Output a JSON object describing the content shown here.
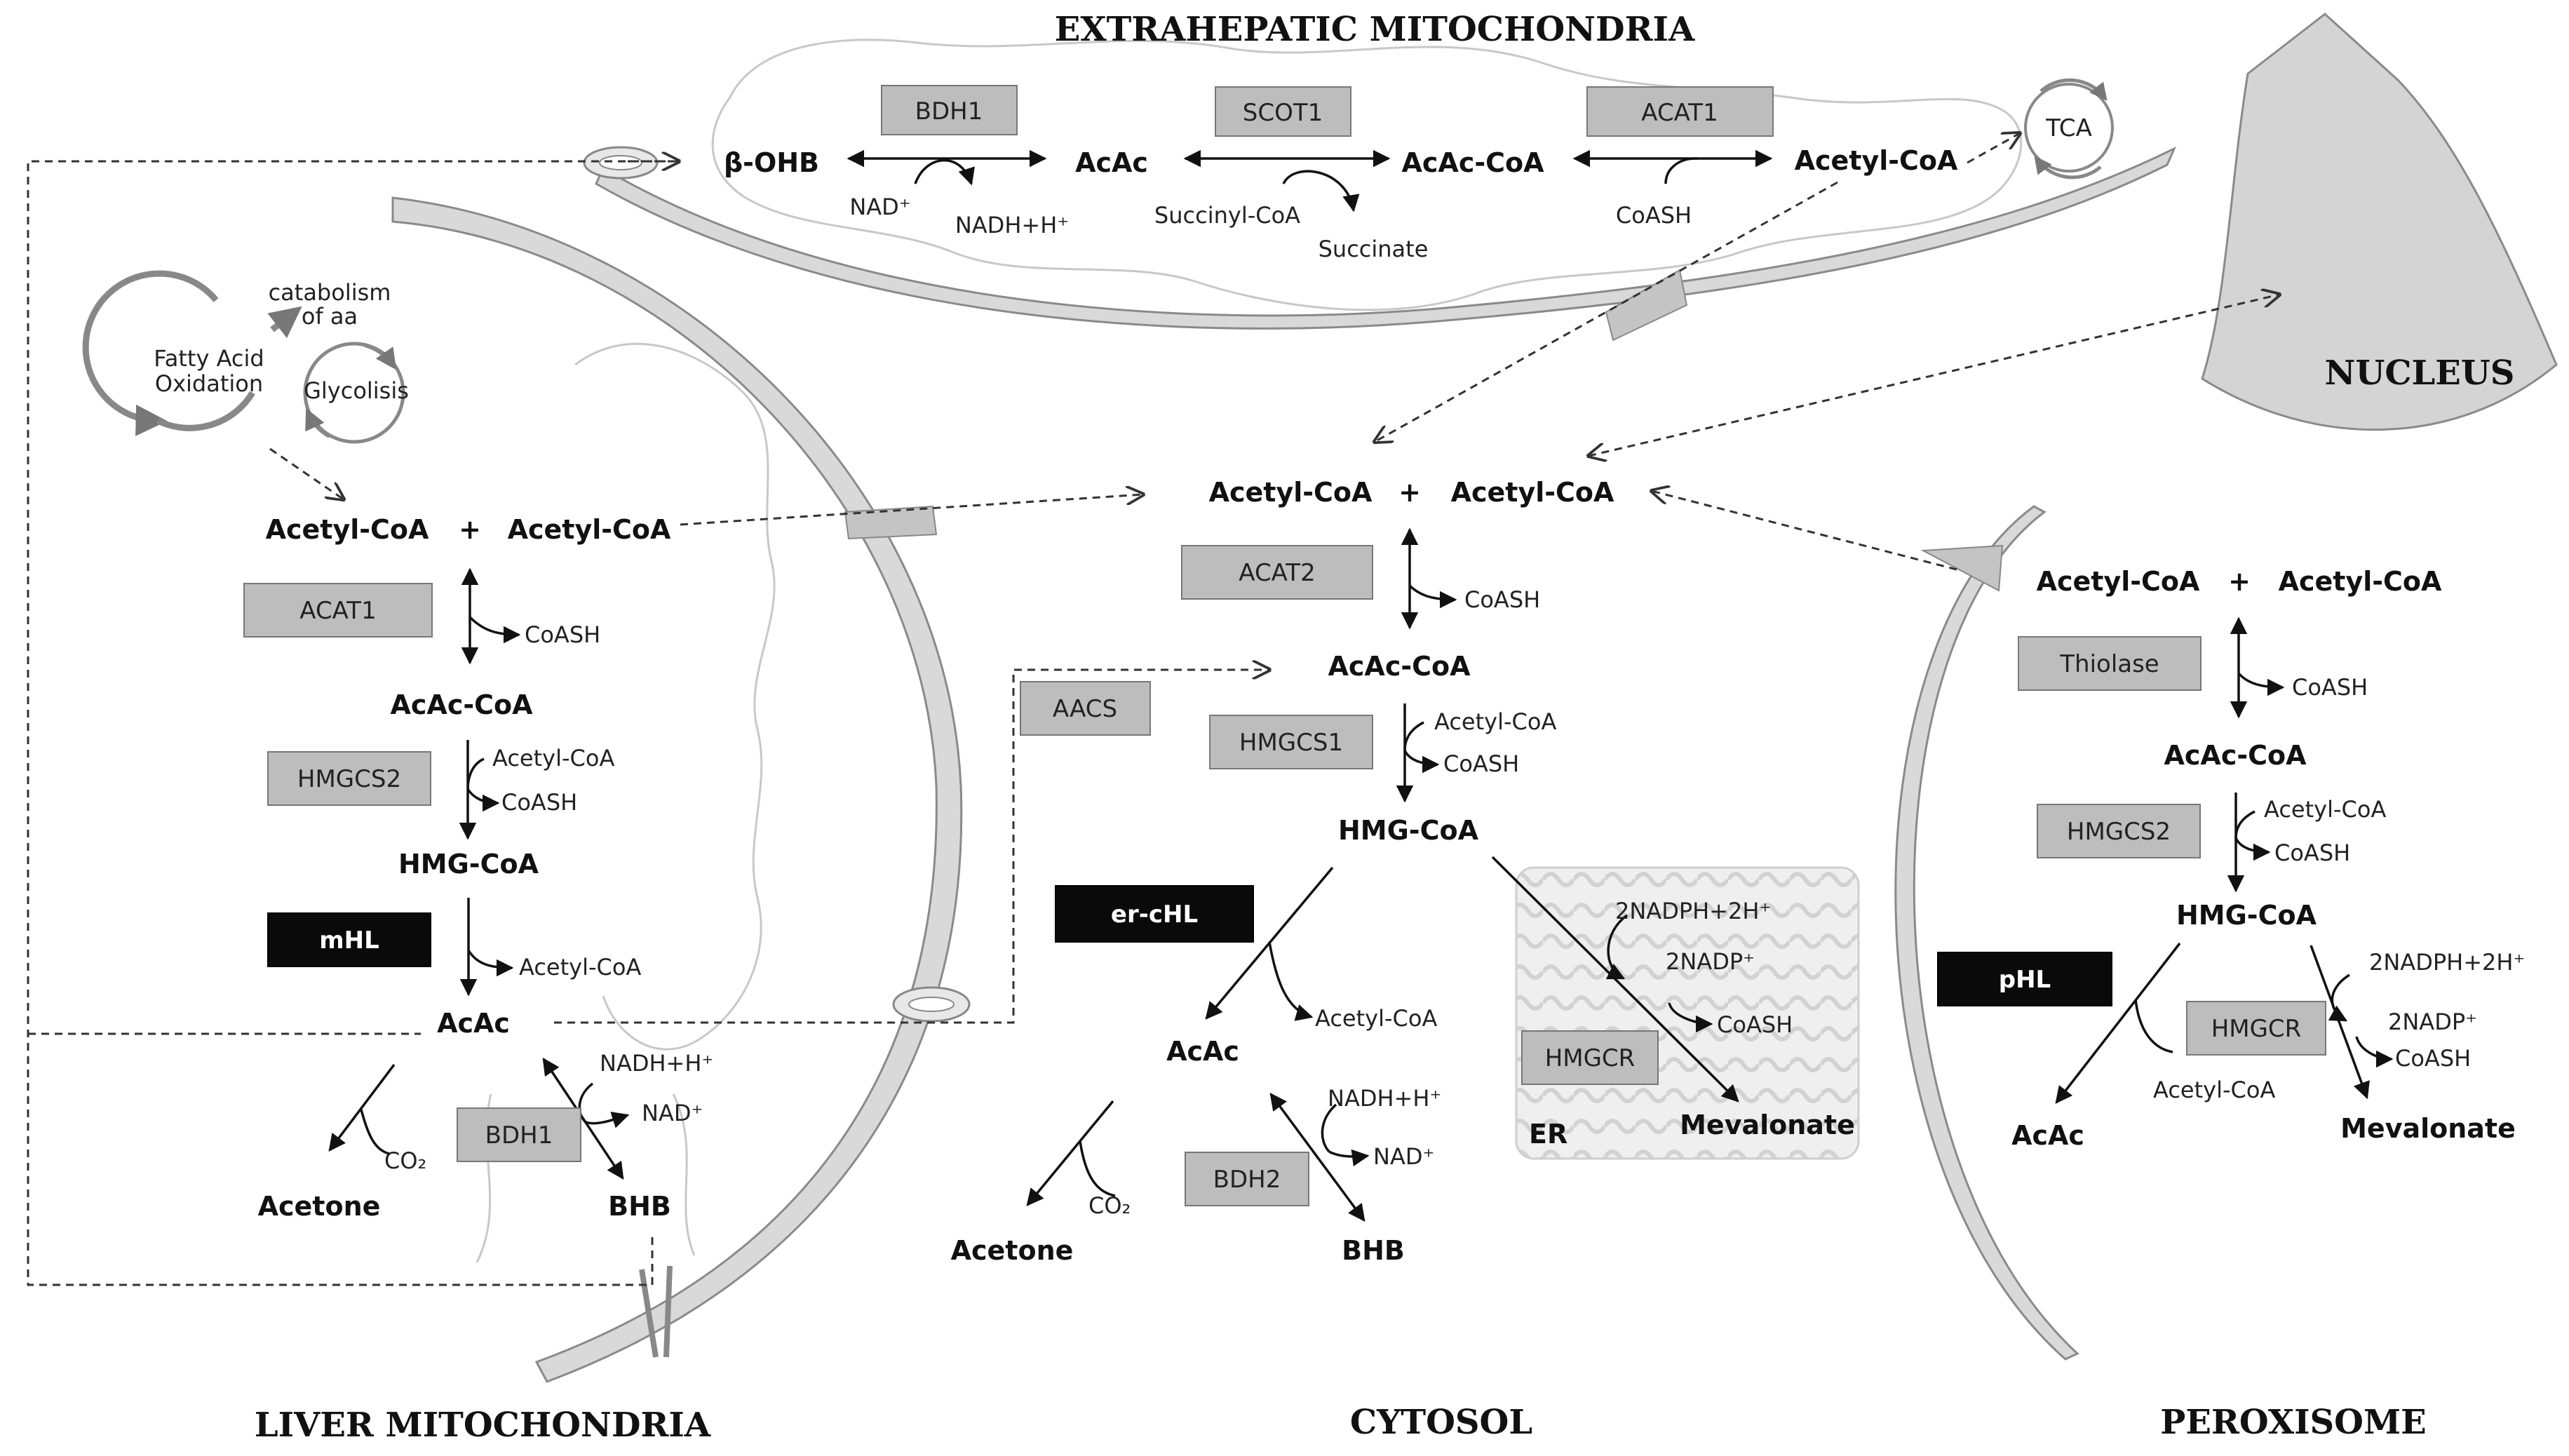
{
  "regions": {
    "extrahepatic": "EXTRAHEPATIC MITOCHONDRIA",
    "nucleus": "NUCLEUS",
    "liver": "LIVER MITOCHONDRIA",
    "cytosol": "CYTOSOL",
    "peroxisome": "PEROXISOME",
    "er": "ER"
  },
  "extrahepatic": {
    "bohb": "β-OHB",
    "acac": "AcAc",
    "acac_coa": "AcAc-CoA",
    "acetyl_coa": "Acetyl-CoA",
    "bdh1": "BDH1",
    "scot1": "SCOT1",
    "acat1": "ACAT1",
    "tca": "TCA",
    "nad": "NAD⁺",
    "nadh": "NADH+H⁺",
    "succinyl_coa": "Succinyl-CoA",
    "succinate": "Succinate",
    "coash": "CoASH"
  },
  "liver": {
    "fao": [
      "Fatty Acid",
      "Oxidation"
    ],
    "catabolism": [
      "catabolism",
      "of aa"
    ],
    "glycolysis": "Glycolisis",
    "acetyl_coa": "Acetyl-CoA",
    "plus": "+",
    "acat1": "ACAT1",
    "coash1": "CoASH",
    "acac_coa": "AcAc-CoA",
    "hmgcs2": "HMGCS2",
    "acetyl_coa_in": "Acetyl-CoA",
    "coash2": "CoASH",
    "hmg_coa": "HMG-CoA",
    "mhl": "mHL",
    "acetyl_coa_out": "Acetyl-CoA",
    "acac": "AcAc",
    "co2": "CO₂",
    "acetone": "Acetone",
    "bdh1": "BDH1",
    "nadh": "NADH+H⁺",
    "nad": "NAD⁺",
    "bhb": "BHB"
  },
  "cytosol": {
    "acetyl_coa": "Acetyl-CoA",
    "plus": "+",
    "acat2": "ACAT2",
    "coash1": "CoASH",
    "acac_coa": "AcAc-CoA",
    "aacs": "AACS",
    "hmgcs1": "HMGCS1",
    "acetyl_coa_in": "Acetyl-CoA",
    "coash2": "CoASH",
    "hmg_coa": "HMG-CoA",
    "erchl": "er-cHL",
    "acetyl_coa_out": "Acetyl-CoA",
    "acac": "AcAc",
    "nadh": "NADH+H⁺",
    "nad": "NAD⁺",
    "bdh2": "BDH2",
    "co2": "CO₂",
    "acetone": "Acetone",
    "bhb": "BHB",
    "nadph": "2NADPH+2H⁺",
    "nadp": "2NADP⁺",
    "coash3": "CoASH",
    "hmgcr": "HMGCR",
    "mevalonate": "Mevalonate"
  },
  "peroxisome": {
    "acetyl_coa": "Acetyl-CoA",
    "plus": "+",
    "thiolase": "Thiolase",
    "coash1": "CoASH",
    "acac_coa": "AcAc-CoA",
    "hmgcs2": "HMGCS2",
    "acetyl_coa_in": "Acetyl-CoA",
    "coash2": "CoASH",
    "hmg_coa": "HMG-CoA",
    "phl": "pHL",
    "acetyl_coa_out": "Acetyl-CoA",
    "acac": "AcAc",
    "nadph": "2NADPH+2H⁺",
    "nadp": "2NADP⁺",
    "coash3": "CoASH",
    "hmgcr": "HMGCR",
    "mevalonate": "Mevalonate"
  }
}
